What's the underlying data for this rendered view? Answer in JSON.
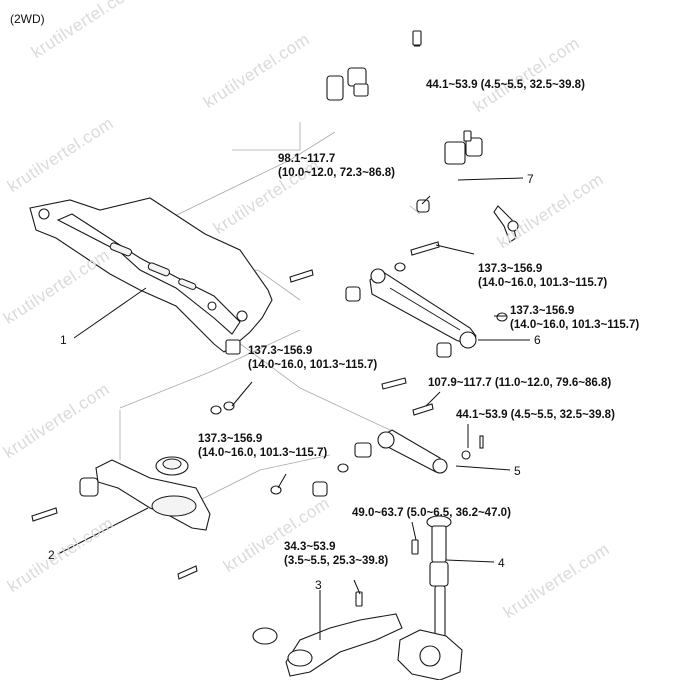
{
  "header": {
    "variant": "(2WD)"
  },
  "watermark": {
    "text": "krutilvertel.com"
  },
  "callouts": [
    {
      "id": "stabilizer_torque",
      "line1": "44.1~53.9 (4.5~5.5, 32.5~39.8)"
    },
    {
      "id": "link_torque",
      "line1": "98.1~117.7",
      "line2": "(10.0~12.0, 72.3~86.8)"
    },
    {
      "id": "arm6_torque_a",
      "line1": "137.3~156.9",
      "line2": "(14.0~16.0, 101.3~115.7)"
    },
    {
      "id": "arm6_torque_b",
      "line1": "137.3~156.9",
      "line2": "(14.0~16.0, 101.3~115.7)"
    },
    {
      "id": "crossmember_torque",
      "line1": "137.3~156.9",
      "line2": "(14.0~16.0, 101.3~115.7)"
    },
    {
      "id": "arm5_torque",
      "line1": "107.9~117.7 (11.0~12.0, 79.6~86.8)"
    },
    {
      "id": "nut5_torque",
      "line1": "44.1~53.9 (4.5~5.5, 32.5~39.8)"
    },
    {
      "id": "lower_arm_torque",
      "line1": "137.3~156.9",
      "line2": "(14.0~16.0, 101.3~115.7)"
    },
    {
      "id": "shock_torque",
      "line1": "49.0~63.7 (5.0~6.5, 36.2~47.0)"
    },
    {
      "id": "trailing_torque",
      "line1": "34.3~53.9",
      "line2": "(3.5~5.5, 25.3~39.8)"
    }
  ],
  "part_numbers": [
    "1",
    "2",
    "3",
    "4",
    "5",
    "6",
    "7"
  ]
}
